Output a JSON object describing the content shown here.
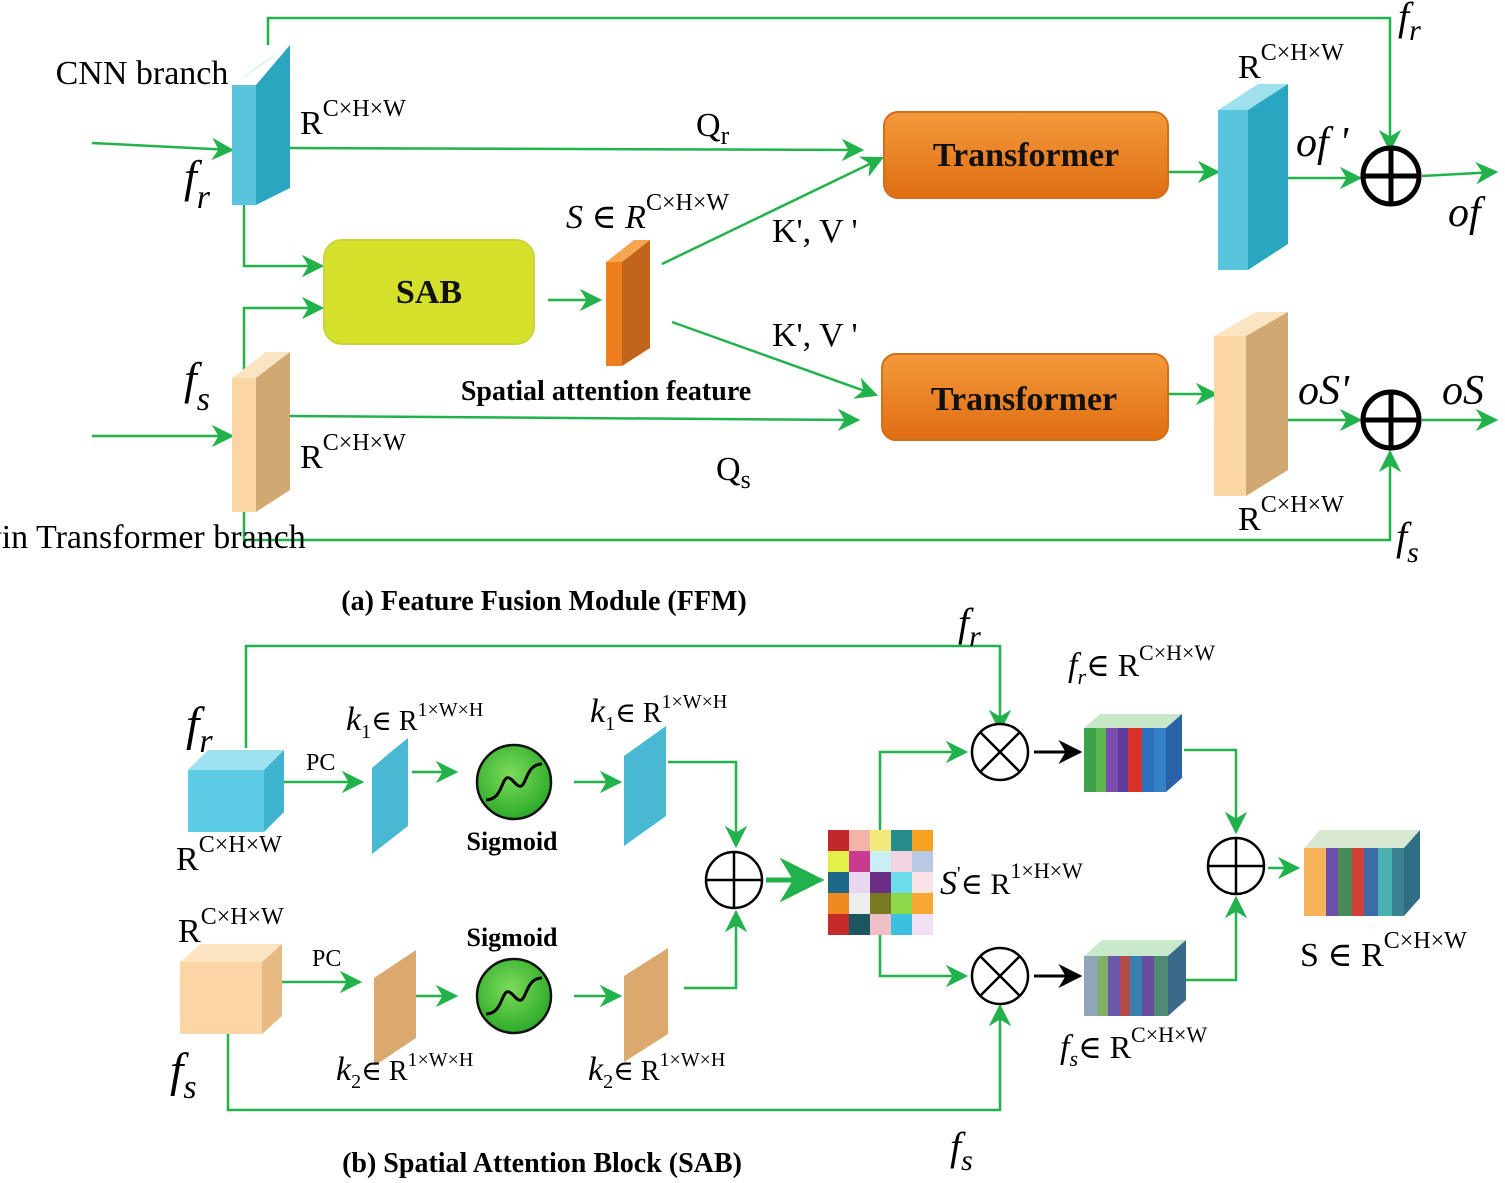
{
  "ffm": {
    "caption": "(a) Feature Fusion Module (FFM)",
    "cnn_branch": "CNN branch",
    "swin_branch": "Swin Transformer branch",
    "transformer_top": "Transformer",
    "transformer_bottom": "Transformer",
    "sab_box": "SAB",
    "spatial_attention_feature": "Spatial attention feature",
    "fr": "f",
    "fr_sub": "r",
    "fs": "f",
    "fs_sub": "s",
    "r_chw": "R",
    "r_chw_sup": "C×H×W",
    "q_r": "Q",
    "q_r_sub": "r",
    "q_s": "Q",
    "q_s_sub": "s",
    "kv": "K', V '",
    "s_set": "S ∈ R",
    "of_prime": "of '",
    "of": "of",
    "os_prime": "oS'",
    "os": "oS"
  },
  "sab": {
    "caption": "(b) Spatial Attention Block (SAB)",
    "pc": "PC",
    "sigmoid": "Sigmoid",
    "k1": "k",
    "k1_sub": "1",
    "k2": "k",
    "k2_sub": "2",
    "in_set": "∈ R",
    "r_1wh": "1×W×H",
    "r_1hw": "1×H×W",
    "s_prime": "S",
    "s_final": "S ∈ R",
    "r_chw": "R",
    "r_chw_sup": "C×H×W"
  },
  "colors": {
    "arrow_green": "#22b24c",
    "blue": "#5bc4dd",
    "blue_dark": "#2ba6c0",
    "tan": "#f9d6a4",
    "tan_dark": "#cfa872",
    "orange": "#e67e22",
    "orange_box": "#ee7f1e",
    "sab_yellow": "#d5e02a"
  }
}
